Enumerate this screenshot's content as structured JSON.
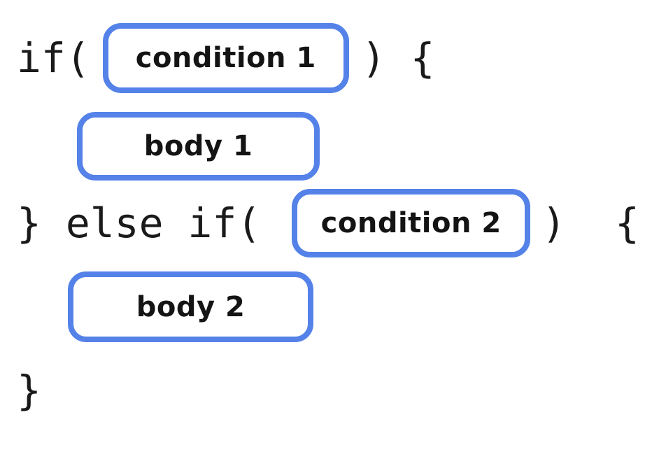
{
  "diagram": {
    "colors": {
      "slot_border": "#5482E8",
      "slot_background": "#FFFFFF",
      "code_text": "#1A1A1A",
      "slot_label_text": "#141414",
      "page_background": "#FFFFFF"
    },
    "line1": {
      "prefix": "if(",
      "slot_label": "condition 1",
      "suffix": ") {"
    },
    "line2": {
      "slot_label": "body 1"
    },
    "line3": {
      "prefix": "} else if(",
      "slot_label": "condition 2",
      "suffix": ")  {"
    },
    "line4": {
      "slot_label": "body 2"
    },
    "line5": {
      "text": "}"
    }
  }
}
